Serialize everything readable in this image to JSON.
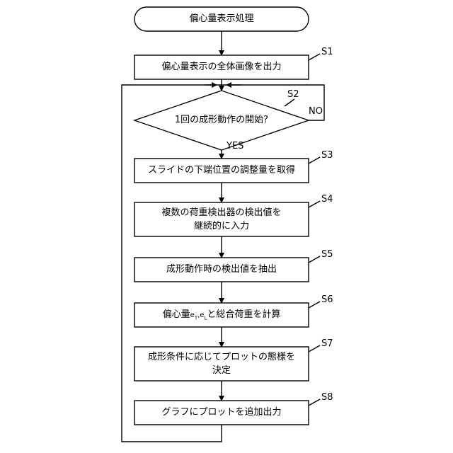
{
  "flowchart": {
    "start": "偏心量表示処理",
    "s1": {
      "label": "S1",
      "text": "偏心量表示の全体画像を出力"
    },
    "s2": {
      "label": "S2",
      "text": "1回の成形動作の開始?",
      "yes": "YES",
      "no": "NO"
    },
    "s3": {
      "label": "S3",
      "text": "スライドの下端位置の調整量を取得"
    },
    "s4": {
      "label": "S4",
      "line1": "複数の荷重検出器の検出値を",
      "line2": "継続的に入力"
    },
    "s5": {
      "label": "S5",
      "text": "成形動作時の検出値を抽出"
    },
    "s6": {
      "label": "S6",
      "pre": "偏心量",
      "e1": "e",
      "sub1": "T",
      "sep": ",",
      "e2": "e",
      "sub2": "L",
      "post": "と総合荷重を計算"
    },
    "s7": {
      "label": "S7",
      "line1": "成形条件に応じてプロットの態様を",
      "line2": "決定"
    },
    "s8": {
      "label": "S8",
      "text": "グラフにプロットを追加出力"
    }
  }
}
